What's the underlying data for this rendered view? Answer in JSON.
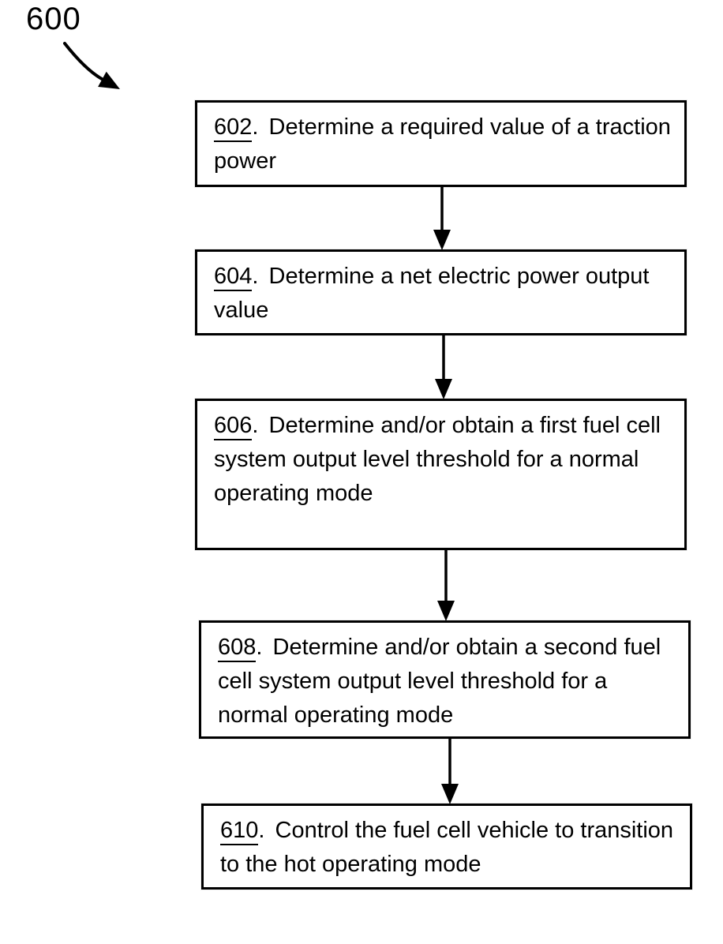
{
  "figure": {
    "reference_label": "600",
    "number_suffix": ". ",
    "steps": [
      {
        "number": "602",
        "text": "Determine a required value of a traction\npower"
      },
      {
        "number": "604",
        "text": "Determine a net electric power output\nvalue"
      },
      {
        "number": "606",
        "text": "Determine and/or obtain a first fuel cell\nsystem output level threshold for a normal\noperating mode"
      },
      {
        "number": "608",
        "text": "Determine and/or obtain a second fuel\ncell system output level threshold for a\nnormal operating mode"
      },
      {
        "number": "610",
        "text": "Control the fuel cell vehicle to transition\nto the hot operating mode"
      }
    ],
    "colors": {
      "ink": "#000000",
      "background": "#ffffff"
    }
  }
}
